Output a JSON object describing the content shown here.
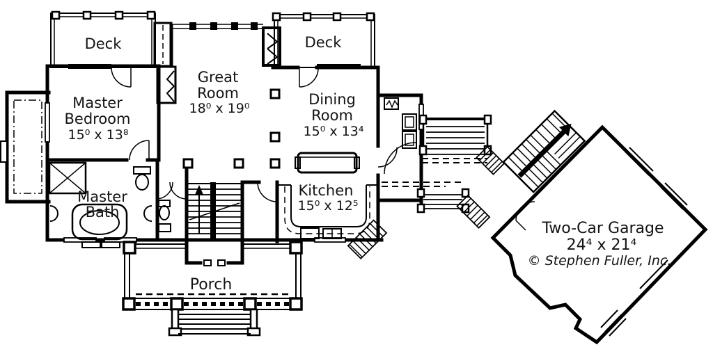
{
  "plan": {
    "title": "First-floor house plan",
    "rooms": {
      "deck_left": {
        "label": "Deck"
      },
      "deck_right": {
        "label": "Deck"
      },
      "master_bedroom": {
        "line1": "Master",
        "line2": "Bedroom",
        "dims": "15⁰ x 13⁸"
      },
      "great_room": {
        "line1": "Great",
        "line2": "Room",
        "dims": "18⁰ x 19⁰"
      },
      "dining_room": {
        "line1": "Dining",
        "line2": "Room",
        "dims": "15⁰ x 13⁴"
      },
      "kitchen": {
        "line1": "Kitchen",
        "dims": "15⁰ x 12⁵"
      },
      "master_bath": {
        "line1": "Master",
        "line2": "Bath"
      },
      "porch": {
        "label": "Porch"
      },
      "garage": {
        "line1": "Two-Car Garage",
        "dims": "24⁴ x 21⁴"
      }
    },
    "copyright": {
      "symbol": "©",
      "name": "Stephen Fuller, Inc."
    },
    "colors": {
      "ink": "#000000",
      "paper": "#ffffff",
      "text": "#141414"
    }
  }
}
